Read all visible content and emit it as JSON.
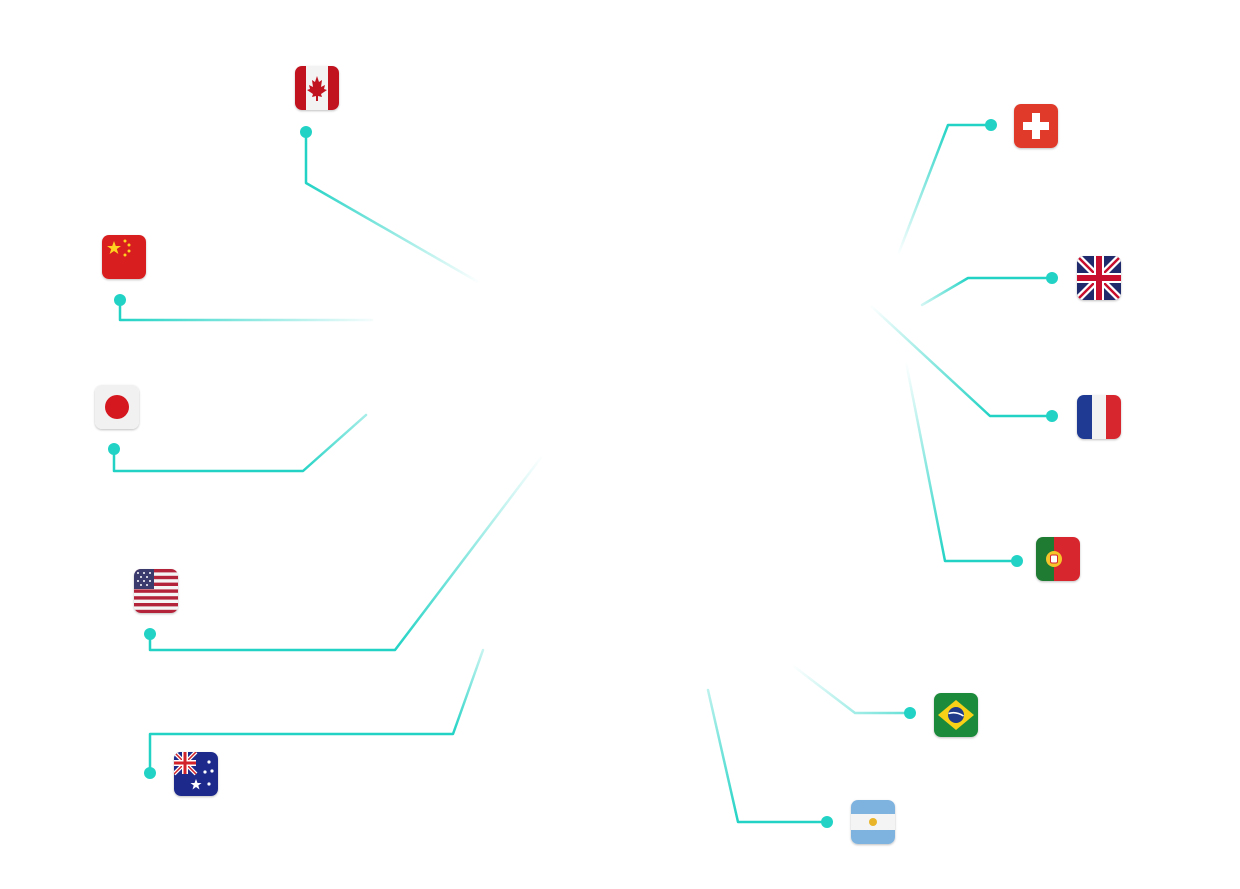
{
  "diagram": {
    "accent_color": "#22d3c5",
    "nodes": [
      {
        "id": "canada",
        "icon": "canada-flag-icon"
      },
      {
        "id": "china",
        "icon": "china-flag-icon"
      },
      {
        "id": "japan",
        "icon": "japan-flag-icon"
      },
      {
        "id": "usa",
        "icon": "usa-flag-icon"
      },
      {
        "id": "australia",
        "icon": "australia-flag-icon"
      },
      {
        "id": "switzerland",
        "icon": "switzerland-flag-icon"
      },
      {
        "id": "uk",
        "icon": "uk-flag-icon"
      },
      {
        "id": "france",
        "icon": "france-flag-icon"
      },
      {
        "id": "portugal",
        "icon": "portugal-flag-icon"
      },
      {
        "id": "brazil",
        "icon": "brazil-flag-icon"
      },
      {
        "id": "argentina",
        "icon": "argentina-flag-icon"
      }
    ]
  }
}
